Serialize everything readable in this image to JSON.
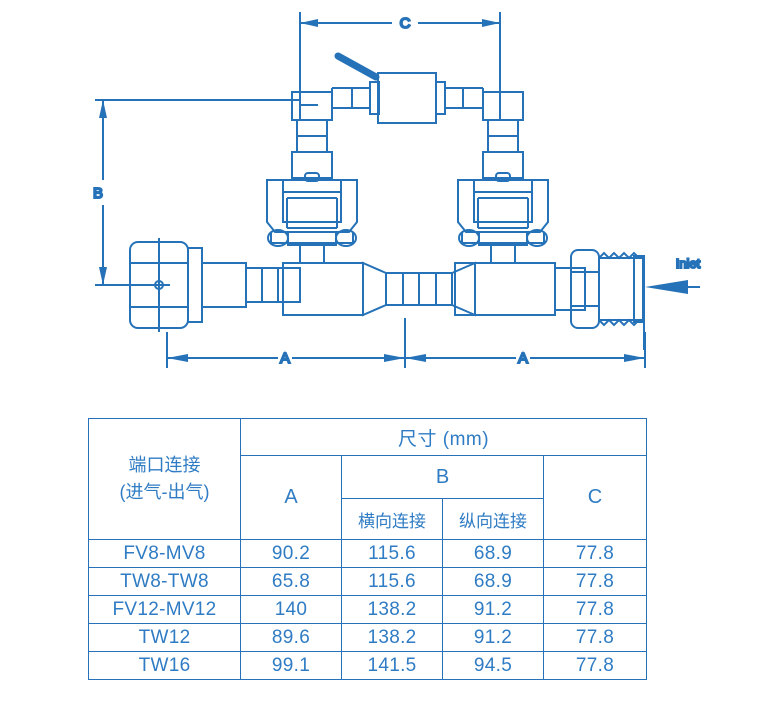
{
  "diagram": {
    "dimension_labels": {
      "a_left": "A",
      "a_right": "A",
      "b": "B",
      "c": "C"
    },
    "annotations": {
      "inlet": "Inlet"
    },
    "line_color": "#2572b8",
    "background": "#ffffff"
  },
  "table": {
    "header": {
      "port_connection_line1": "端口连接",
      "port_connection_line2": "(进气-出气)",
      "size_group": "尺寸 (mm)",
      "col_a": "A",
      "col_b": "B",
      "col_b_transverse": "横向连接",
      "col_b_longitudinal": "纵向连接",
      "col_c": "C"
    },
    "rows": [
      {
        "port": "FV8-MV8",
        "a": "90.2",
        "b_transverse": "115.6",
        "b_longitudinal": "68.9",
        "c": "77.8"
      },
      {
        "port": "TW8-TW8",
        "a": "65.8",
        "b_transverse": "115.6",
        "b_longitudinal": "68.9",
        "c": "77.8"
      },
      {
        "port": "FV12-MV12",
        "a": "140",
        "b_transverse": "138.2",
        "b_longitudinal": "91.2",
        "c": "77.8"
      },
      {
        "port": "TW12",
        "a": "89.6",
        "b_transverse": "138.2",
        "b_longitudinal": "91.2",
        "c": "77.8"
      },
      {
        "port": "TW16",
        "a": "99.1",
        "b_transverse": "141.5",
        "b_longitudinal": "94.5",
        "c": "77.8"
      }
    ]
  }
}
